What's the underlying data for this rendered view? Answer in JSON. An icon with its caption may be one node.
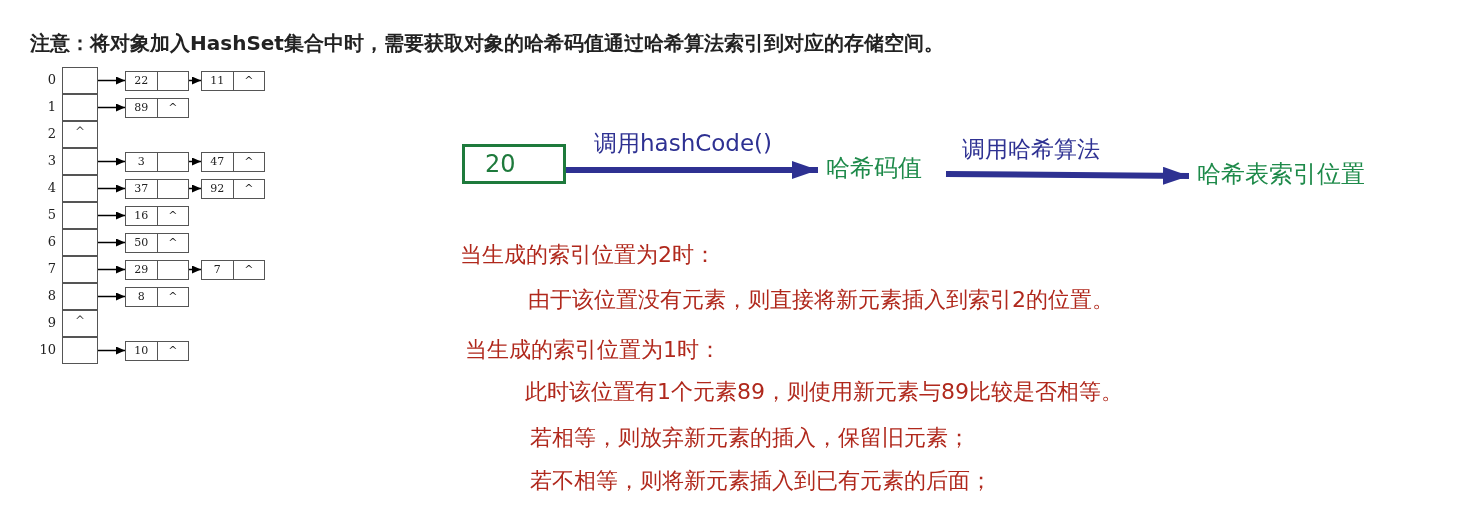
{
  "diagram": {
    "title": "注意：将对象加入HashSet集合中时，需要获取对象的哈希码值通过哈希算法索引到对应的存储空间。",
    "nodes": [
      {
        "text": [],
        "shape": "box",
        "beside": [
          "0"
        ]
      },
      {
        "text": [],
        "shape": "box",
        "beside": [
          "1"
        ]
      },
      {
        "text": [
          "^"
        ],
        "beside": [
          "2"
        ]
      },
      {
        "text": [],
        "shape": "box",
        "beside": [
          "3"
        ]
      },
      {
        "text": [],
        "shape": "box",
        "beside": [
          "4"
        ]
      },
      {
        "text": [],
        "shape": "box",
        "beside": [
          "5"
        ]
      },
      {
        "text": [],
        "shape": "box",
        "beside": [
          "6"
        ]
      },
      {
        "text": [],
        "shape": "box",
        "beside": [
          "7"
        ]
      },
      {
        "text": [],
        "shape": "box",
        "beside": [
          "8"
        ]
      },
      {
        "text": [
          "^"
        ],
        "beside": [
          "9"
        ]
      },
      {
        "text": [],
        "shape": "box",
        "beside": [
          "10"
        ]
      },
      {
        "text": [
          "22"
        ]
      },
      {
        "text": [
          "11",
          "^"
        ]
      },
      {
        "text": [
          "89",
          "^"
        ]
      },
      {
        "text": [
          "3"
        ]
      },
      {
        "text": [
          "47",
          "^"
        ]
      },
      {
        "text": [
          "37"
        ]
      },
      {
        "text": [
          "92",
          "^"
        ]
      },
      {
        "text": [
          "16",
          "^"
        ]
      },
      {
        "text": [
          "50",
          "^"
        ]
      },
      {
        "text": [
          "29"
        ]
      },
      {
        "text": [
          "7",
          "^"
        ]
      },
      {
        "text": [
          "8",
          "^"
        ]
      },
      {
        "text": [
          "10",
          "^"
        ]
      },
      {
        "text": [
          "20"
        ]
      },
      {
        "text": [
          "哈希码值"
        ]
      },
      {
        "text": [
          "哈希表索引位置"
        ]
      }
    ],
    "edges": [
      {
        "from": 0,
        "to": 11,
        "arrow": "to"
      },
      {
        "from": 11,
        "to": 12,
        "arrow": "to"
      },
      {
        "from": 1,
        "to": 13,
        "arrow": "to"
      },
      {
        "from": 3,
        "to": 14,
        "arrow": "to"
      },
      {
        "from": 14,
        "to": 15,
        "arrow": "to"
      },
      {
        "from": 4,
        "to": 16,
        "arrow": "to"
      },
      {
        "from": 16,
        "to": 17,
        "arrow": "to"
      },
      {
        "from": 5,
        "to": 18,
        "arrow": "to"
      },
      {
        "from": 6,
        "to": 19,
        "arrow": "to"
      },
      {
        "from": 7,
        "to": 20,
        "arrow": "to"
      },
      {
        "from": 20,
        "to": 21,
        "arrow": "to"
      },
      {
        "from": 8,
        "to": 22,
        "arrow": "to"
      },
      {
        "from": 10,
        "to": 23,
        "arrow": "to"
      },
      {
        "from": 24,
        "to": 25,
        "arrow": "to",
        "label": "调用hashCode()",
        "style": "thick",
        "color": "#2e3192"
      },
      {
        "from": 25,
        "to": 26,
        "arrow": "to",
        "label": "调用哈希算法",
        "style": "thick",
        "color": "#2e3192"
      }
    ],
    "labels": [
      "当生成的索引位置为2时：",
      "由于该位置没有元素，则直接将新元素插入到索引2的位置。",
      "当生成的索引位置为1时：",
      "此时该位置有1个元素89，则使用新元素与89比较是否相等。",
      "若相等，则放弃新元素的插入，保留旧元素；",
      "若不相等，则将新元素插入到已有元素的后面；"
    ]
  }
}
